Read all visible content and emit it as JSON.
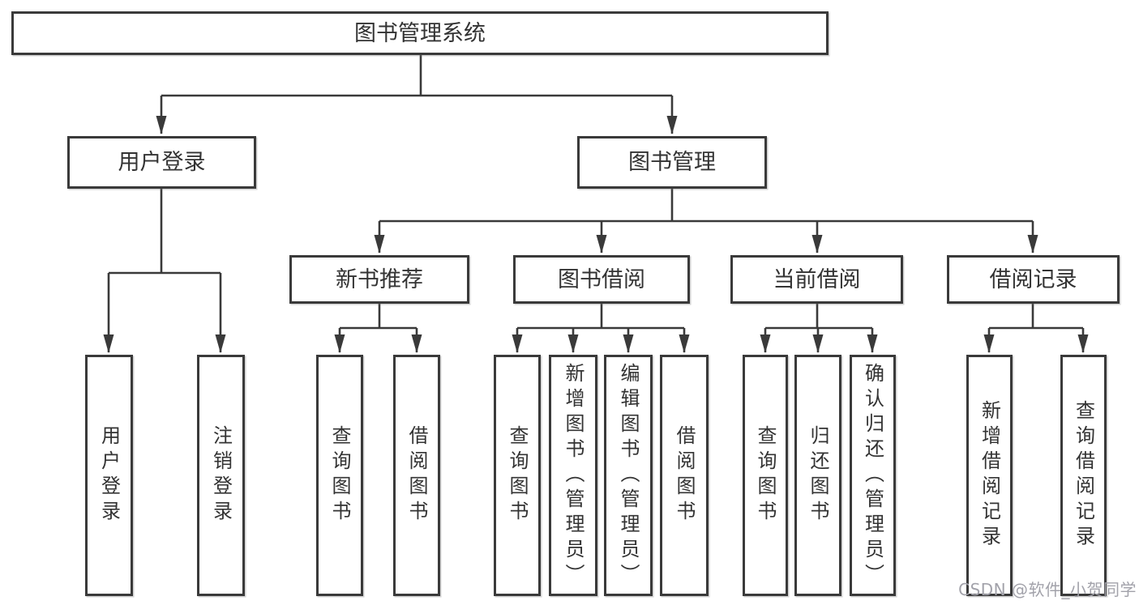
{
  "root": {
    "label": "图书管理系统"
  },
  "level2": [
    {
      "label": "用户登录"
    },
    {
      "label": "图书管理"
    }
  ],
  "level3": [
    {
      "label": "新书推荐"
    },
    {
      "label": "图书借阅"
    },
    {
      "label": "当前借阅"
    },
    {
      "label": "借阅记录"
    }
  ],
  "leaves": [
    {
      "label": "用户登录"
    },
    {
      "label": "注销登录"
    },
    {
      "label": "查询图书"
    },
    {
      "label": "借阅图书"
    },
    {
      "label": "查询图书"
    },
    {
      "label": "新增图书（管理员）"
    },
    {
      "label": "编辑图书（管理员）"
    },
    {
      "label": "借阅图书"
    },
    {
      "label": "查询图书"
    },
    {
      "label": "归还图书"
    },
    {
      "label": "确认归还（管理员）"
    },
    {
      "label": "新增借阅记录"
    },
    {
      "label": "查询借阅记录"
    }
  ],
  "watermark": "CSDN @软件_小贺同学",
  "colors": {
    "line": "#3a3a3a",
    "text": "#333333",
    "background": "#ffffff",
    "watermark": "#a2a2aa"
  }
}
